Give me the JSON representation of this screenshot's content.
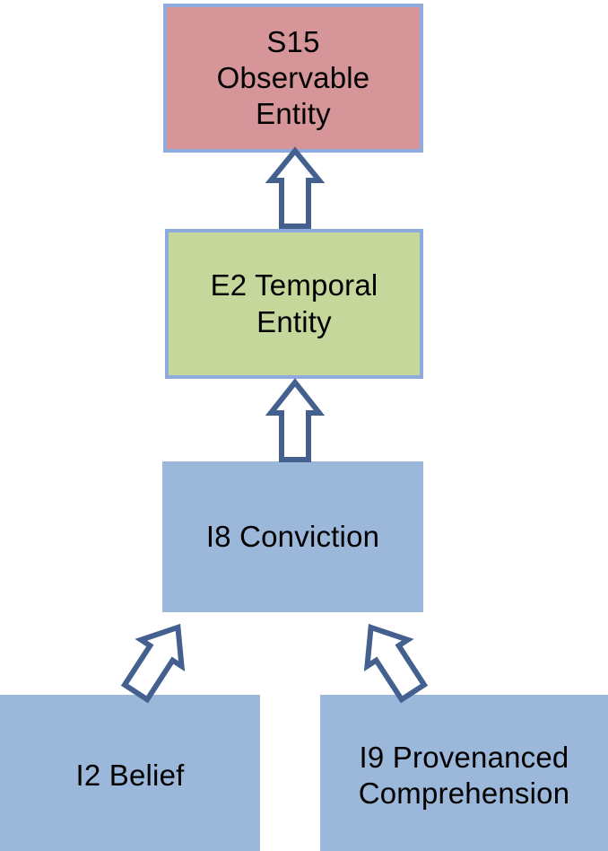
{
  "diagram": {
    "type": "class-hierarchy",
    "title": "",
    "background_color": "#FFFFFF",
    "palette": {
      "rose_fill": "#D69599",
      "green_fill": "#C5D79B",
      "blue_fill": "#9BB7DA",
      "box_border": "#8FAADC",
      "arrow_outline": "#44608E",
      "arrow_fill": "#FFFFFF",
      "text_color": "#000000"
    },
    "nodes": [
      {
        "id": "s15",
        "label": "S15\nObservable\nEntity",
        "plain_label": "S15 Observable Entity",
        "fill": "#D69599",
        "border": "#8FAADC"
      },
      {
        "id": "e2",
        "label": "E2 Temporal\nEntity",
        "plain_label": "E2 Temporal Entity",
        "fill": "#C5D79B",
        "border": "#8FAADC"
      },
      {
        "id": "i8",
        "label": "I8 Conviction",
        "plain_label": "I8 Conviction",
        "fill": "#9BB7DA",
        "border": "none"
      },
      {
        "id": "i2",
        "label": "I2 Belief",
        "plain_label": "I2 Belief",
        "fill": "#9BB7DA",
        "border": "none"
      },
      {
        "id": "i9",
        "label": "I9 Provenanced\nComprehension",
        "plain_label": "I9 Provenanced Comprehension",
        "fill": "#9BB7DA",
        "border": "none"
      }
    ],
    "edges": [
      {
        "id": "e2-s15",
        "from": "e2",
        "to": "s15",
        "kind": "generalization",
        "direction": "up",
        "icon": "hollow-arrow-up-icon"
      },
      {
        "id": "i8-e2",
        "from": "i8",
        "to": "e2",
        "kind": "generalization",
        "direction": "up",
        "icon": "hollow-arrow-up-icon"
      },
      {
        "id": "i2-i8",
        "from": "i2",
        "to": "i8",
        "kind": "generalization",
        "direction": "up-right",
        "icon": "hollow-arrow-diagonal-icon"
      },
      {
        "id": "i9-i8",
        "from": "i9",
        "to": "i8",
        "kind": "generalization",
        "direction": "up-left",
        "icon": "hollow-arrow-diagonal-icon"
      }
    ]
  }
}
